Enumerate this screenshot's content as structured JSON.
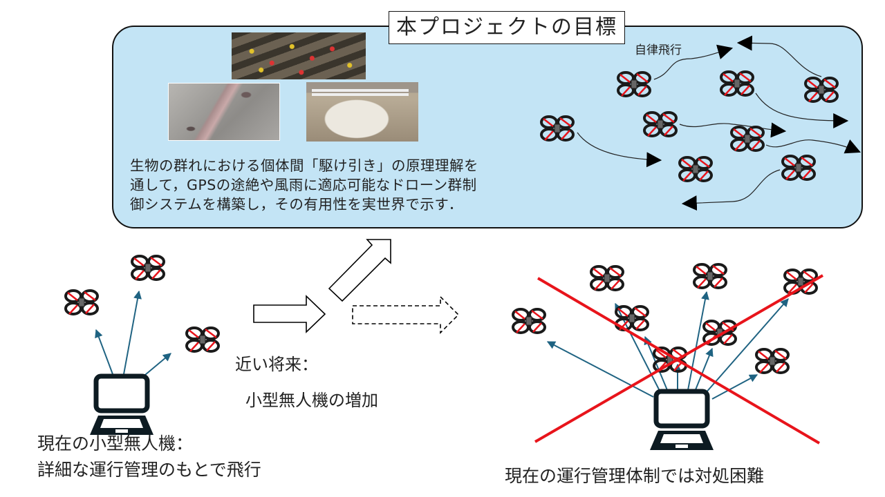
{
  "goal": {
    "title": "本プロジェクトの目標",
    "description": "生物の群れにおける個体間「駆け引き」の原理理解を\n通して，GPSの途絶や風雨に適応可能なドローン群制\n御システムを構築し，その有用性を実世界で示す．",
    "autonomous_label": "自律飛行",
    "photos": [
      "crowd-aerial-photo",
      "bat-swarm-photo",
      "sheep-herd-photo"
    ]
  },
  "current": {
    "label": "現在の小型無人機：\n詳細な運行管理のもとで飛行"
  },
  "near_future": {
    "label_line1": "近い将来：",
    "label_line2": "小型無人機の増加"
  },
  "difficulty": {
    "label": "現在の運行管理体制では対処困難"
  },
  "colors": {
    "goal_bg": "#C3E4F5",
    "link_arrow": "#1F6382",
    "cross": "#E8141B",
    "drone_accent": "#E8141B"
  }
}
